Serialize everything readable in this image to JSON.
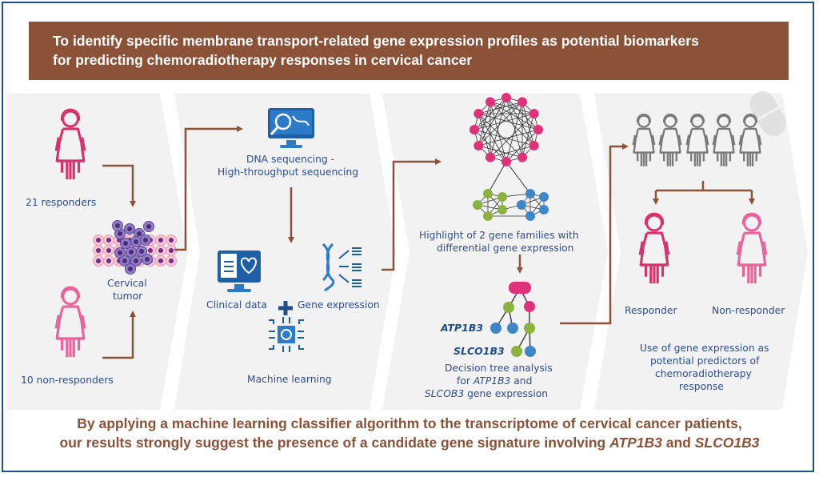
{
  "title": "To identify specific membrane transport-related gene expression profiles as potential biomarkers for predicting chemoradiotherapy responses in cervical cancer",
  "title_line1": "To identify specific membrane transport-related gene expression profiles as potential biomarkers",
  "title_line2": "for predicting chemoradiotherapy responses in cervical cancer",
  "colors": {
    "banner": "#8b5238",
    "arrow": "#8b5238",
    "text_blue": "#2f4f8f",
    "frame": "#1f4e8c",
    "panel": "#f2f2f2",
    "responder_pink": "#d6336c",
    "nonresponder_pink": "#e8649b",
    "node_pink": "#e0327a",
    "node_green": "#8cb23f",
    "node_blue": "#3f86c8",
    "icon_blue": "#1f6fb5"
  },
  "stages": [
    {
      "id": "cohort",
      "labels": {
        "responders": "21 responders",
        "non_responders": "10 non-responders",
        "tumor_line1": "Cervical",
        "tumor_line2": "tumor"
      },
      "icons": [
        "woman-responder-icon",
        "woman-nonresponder-icon",
        "tumor-cells-icon"
      ]
    },
    {
      "id": "sequencing",
      "labels": {
        "dna_line1": "DNA sequencing -",
        "dna_line2": "High-throughput sequencing",
        "clinical": "Clinical data",
        "gene_expression": "Gene expression",
        "ml": "Machine learning"
      },
      "icons": [
        "dna-monitor-icon",
        "clinical-monitor-icon",
        "dna-expression-icon",
        "plus-icon",
        "ai-chip-icon"
      ]
    },
    {
      "id": "analysis",
      "labels": {
        "highlight_line1": "Highlight of 2 gene families with",
        "highlight_line2": "differential gene expression",
        "gene1": "ATP1B3",
        "gene2": "SLCO1B3",
        "tree_line1": "Decision tree analysis",
        "tree_line2_pre": "for ",
        "tree_line2_gene": "ATP1B3",
        "tree_line2_post": " and",
        "tree_line3_gene": "SLCOB3",
        "tree_line3_post": " gene expression"
      },
      "icons": [
        "gene-network-icon",
        "decision-tree-icon"
      ]
    },
    {
      "id": "prediction",
      "labels": {
        "responder": "Responder",
        "non_responder": "Non-responder",
        "use_line1": "Use of gene expression as",
        "use_line2": "potential predictors of",
        "use_line3": "chemoradiotherapy",
        "use_line4": "response"
      },
      "icons": [
        "patient-group-icon",
        "pill-icon",
        "woman-responder-icon",
        "woman-nonresponder-icon"
      ]
    }
  ],
  "conclusion": {
    "line1": "By applying a machine learning classifier algorithm to the transcriptome of cervical cancer patients,",
    "line2_pre": "our results strongly suggest the presence of a candidate gene signature involving ",
    "gene1": "ATP1B3",
    "mid": " and ",
    "gene2": "SLCO1B3"
  }
}
